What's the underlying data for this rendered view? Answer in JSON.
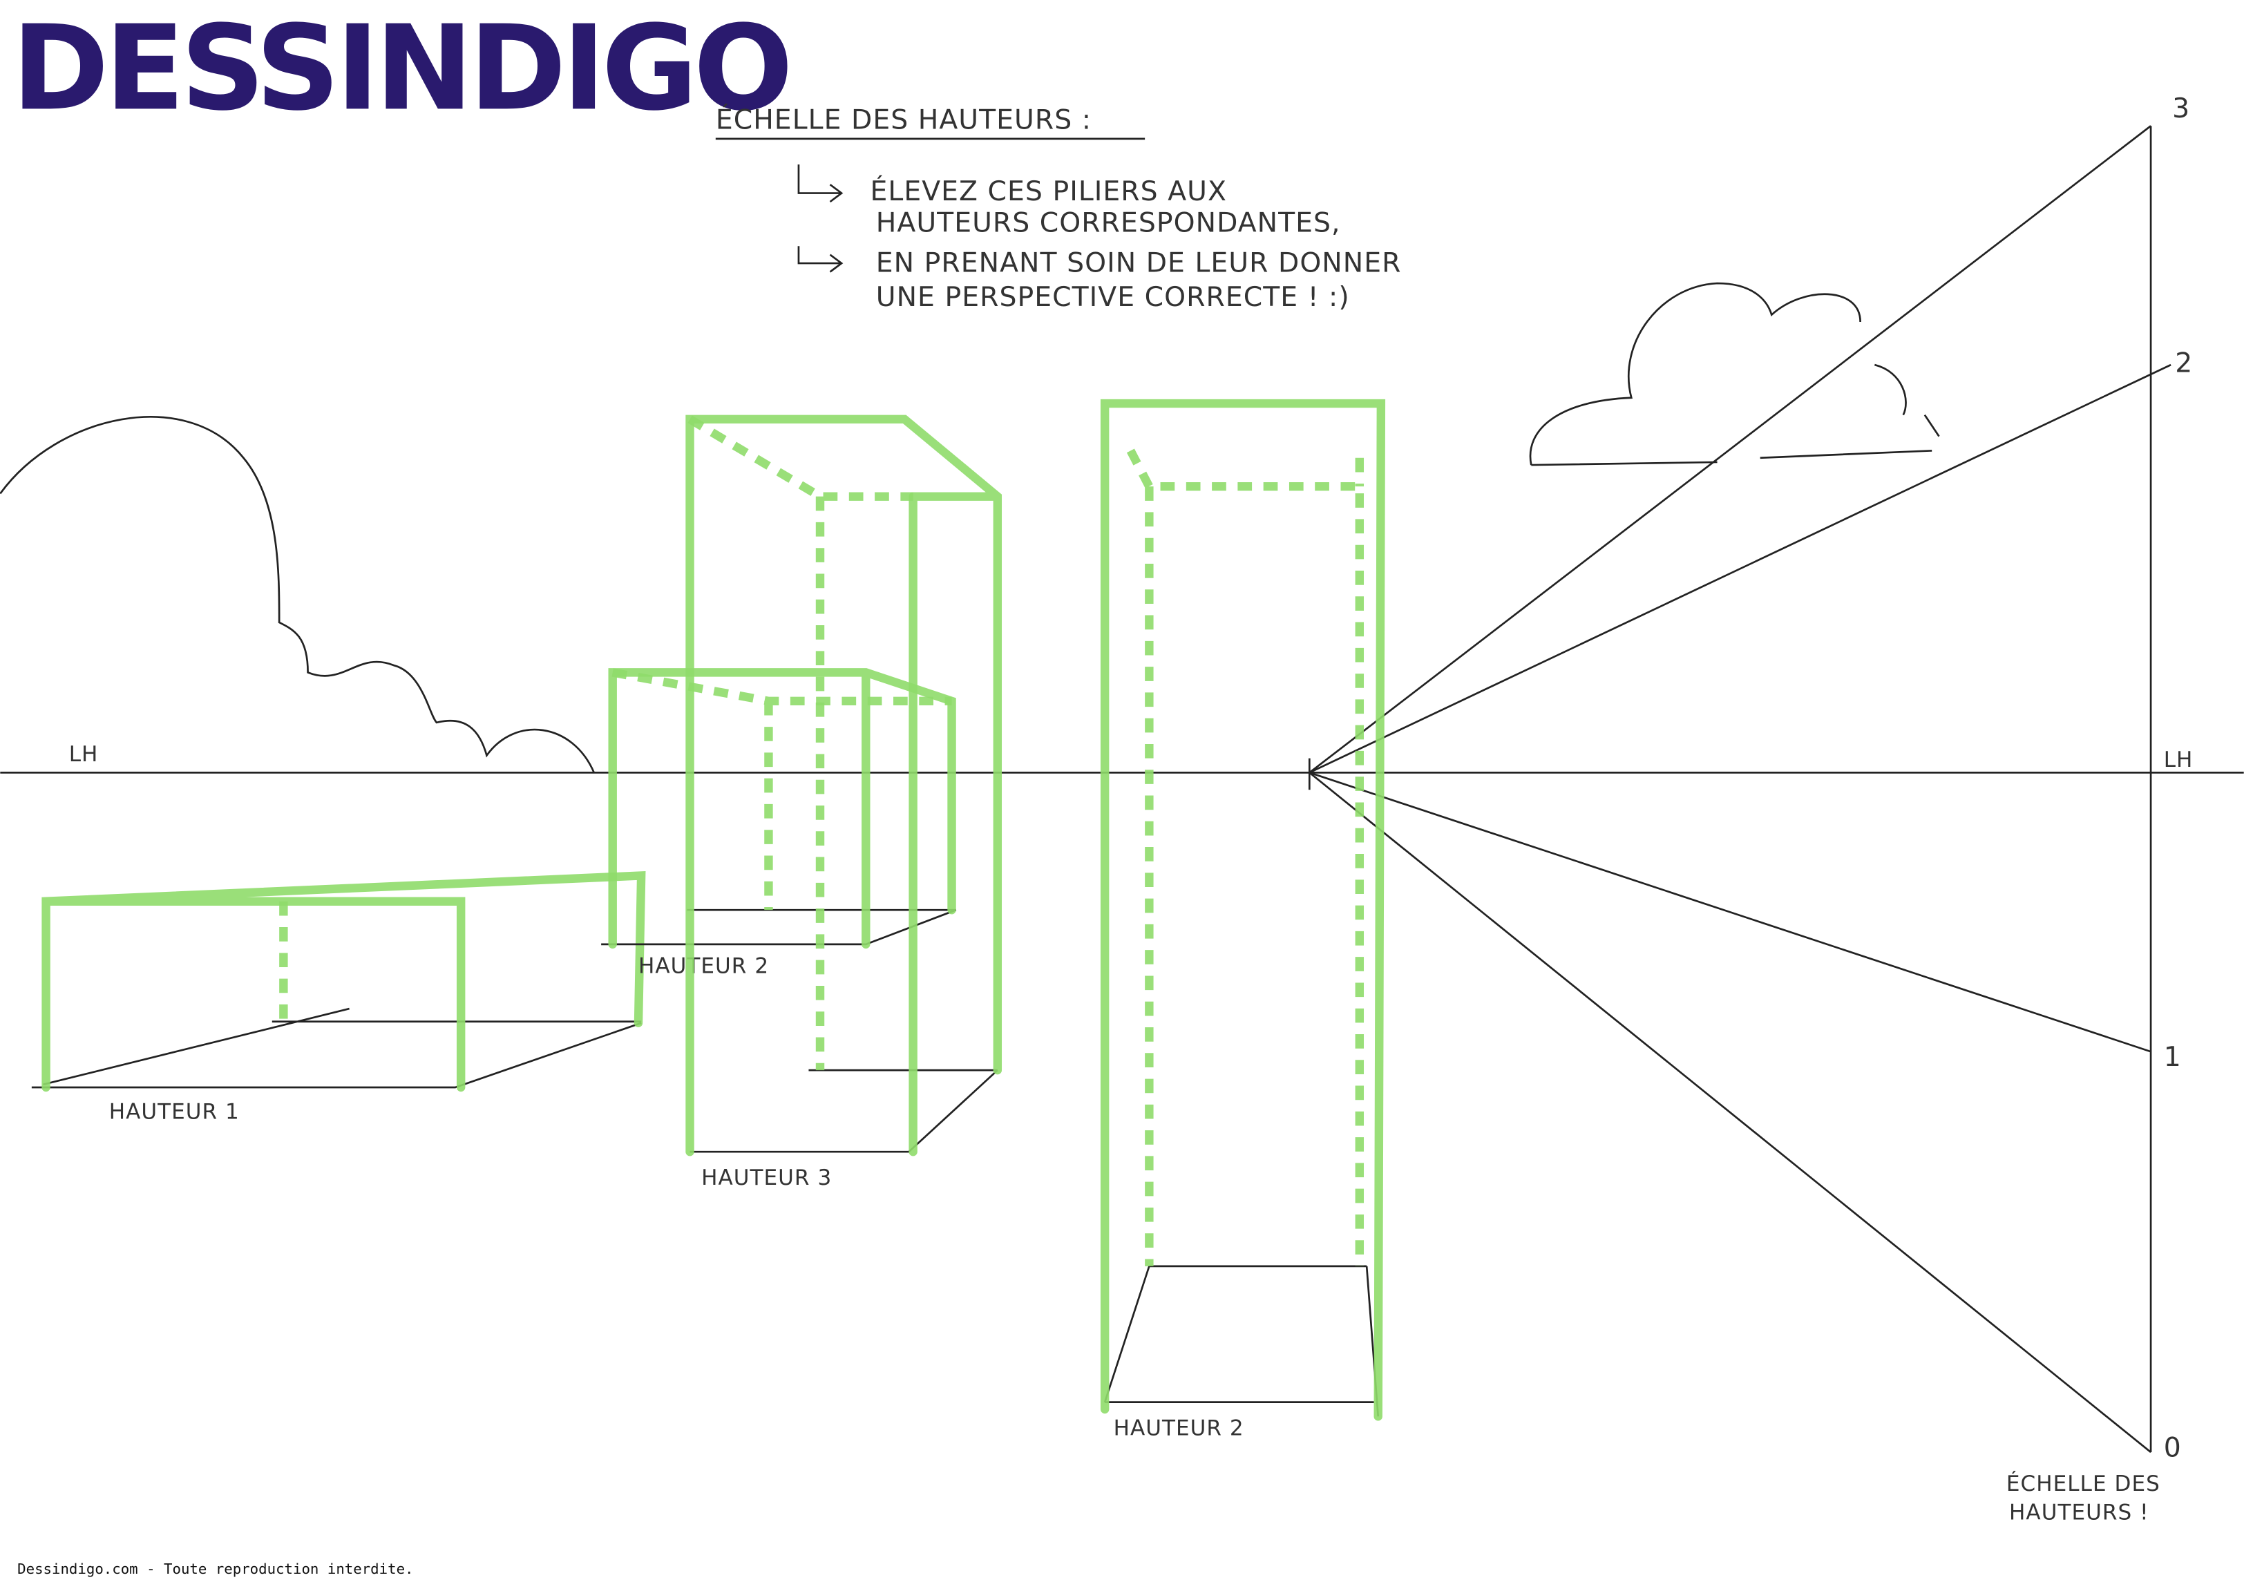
{
  "logo": {
    "text": "DESSINDIGO",
    "color": "#2a1a6e"
  },
  "instructions": {
    "title": "ÉCHELLE DES HAUTEURS :",
    "line1a": "ÉLEVEZ CES PILIERS AUX",
    "line1b": "HAUTEURS CORRESPONDANTES,",
    "line2a": "EN PRENANT SOIN DE LEUR DONNER",
    "line2b": "UNE PERSPECTIVE CORRECTE ! :)"
  },
  "horizon": {
    "label_left": "LH",
    "label_right": "LH"
  },
  "boxes": [
    {
      "label": "HAUTEUR 1"
    },
    {
      "label": "HAUTEUR 2"
    },
    {
      "label": "HAUTEUR 3"
    },
    {
      "label": "HAUTEUR 2"
    }
  ],
  "scale": {
    "ticks": [
      "3",
      "2",
      "1",
      "0"
    ],
    "caption_1": "ÉCHELLE DES",
    "caption_2": "HAUTEURS !"
  },
  "footer": "Dessindigo.com - Toute reproduction interdite.",
  "colors": {
    "pillar": "#8fdc6a",
    "ink": "#222222"
  }
}
